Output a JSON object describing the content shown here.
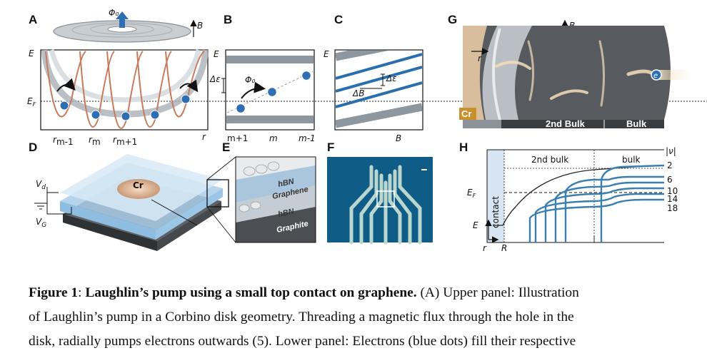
{
  "panels": {
    "a": {
      "label": "A",
      "flux": "Φ₀",
      "b": "B",
      "e": "E",
      "ef": "E",
      "ef_sub": "F",
      "r": "r",
      "r1": "r",
      "r1_sub": "m-1",
      "r2": "r",
      "r2_sub": "m",
      "r3": "r",
      "r3_sub": "m+1"
    },
    "b": {
      "label": "B",
      "e": "E",
      "de": "Δε",
      "flux": "Φ₀",
      "t1": "m+1",
      "t2": "m",
      "t3": "m-1"
    },
    "c": {
      "label": "C",
      "e": "E",
      "de": "Δε",
      "db": "ΔB",
      "b": "B"
    },
    "d": {
      "label": "D",
      "vd": "V",
      "vd_sub": "d",
      "vg": "V",
      "vg_sub": "G",
      "cr": "Cr"
    },
    "e": {
      "label": "E",
      "l1": "hBN",
      "l2": "Graphene",
      "l3": "hBN",
      "l4": "Graphite"
    },
    "f": {
      "label": "F"
    },
    "g": {
      "label": "G",
      "b": "B",
      "r": "r",
      "cr": "Cr",
      "bulk2": "2nd Bulk",
      "bulk": "Bulk",
      "e": "e"
    },
    "h": {
      "label": "H",
      "contact": "contact",
      "bulk2": "2nd bulk",
      "bulk": "bulk",
      "nu": "|ν|",
      "ef": "E",
      "ef_sub": "F",
      "e": "E",
      "r": "r",
      "rr": "R",
      "n1": "2",
      "n2": "6",
      "n3": "10",
      "n4": "14",
      "n5": "18"
    }
  },
  "caption": {
    "fig": "Figure 1",
    "colon": ": ",
    "title": "Laughlin’s pump using a small top contact on graphene.",
    "lines": [
      " (A) Upper panel: Illustration",
      "of Laughlin’s pump in a Corbino disk geometry. Threading a magnetic flux through the hole in the",
      "disk, radially pumps electrons outwards (5). Lower panel: Electrons (blue dots) fill their respective"
    ]
  }
}
